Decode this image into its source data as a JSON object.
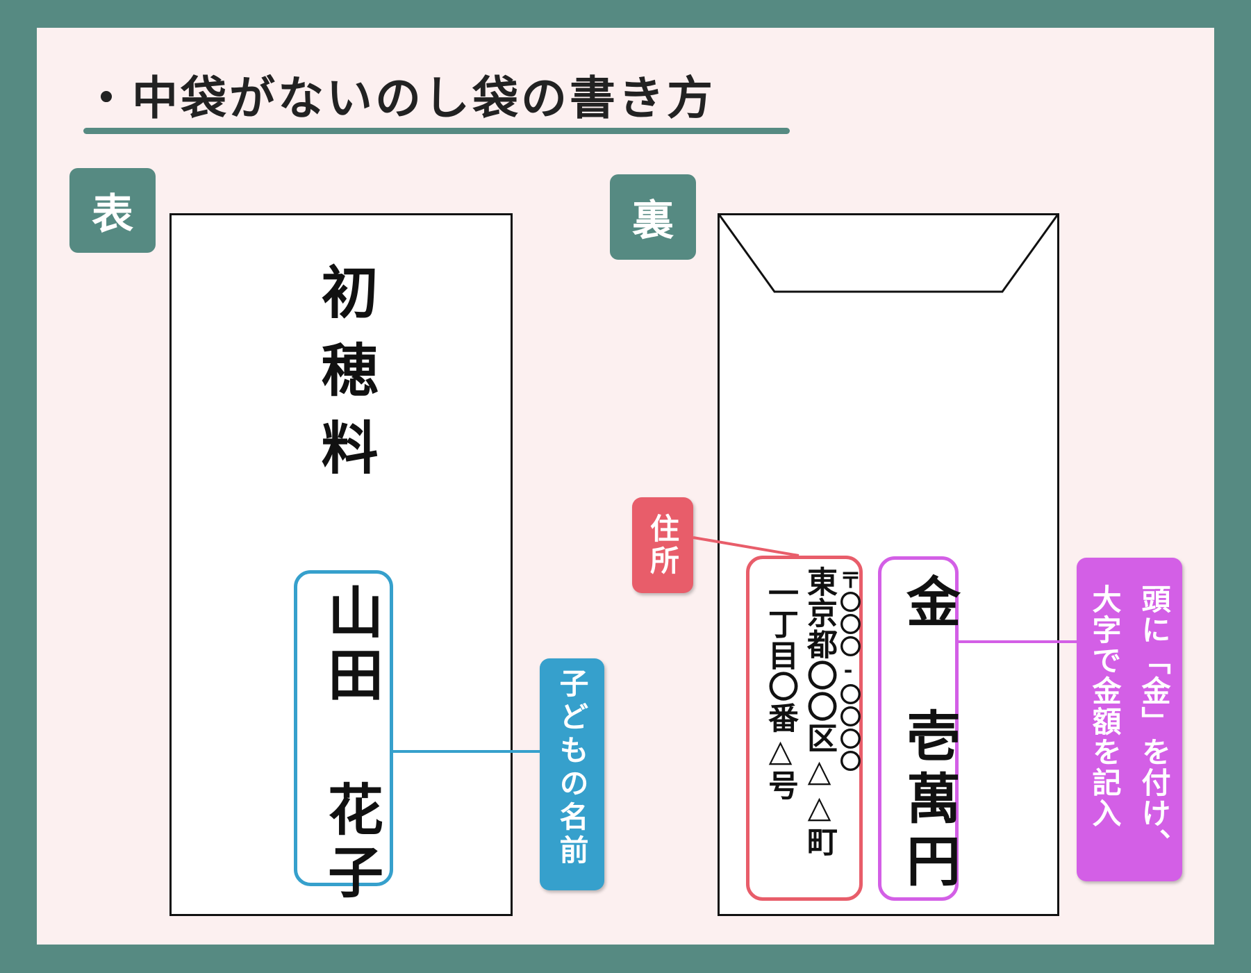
{
  "title": "・中袋がないのし袋の書き方",
  "front": {
    "badge": "表",
    "purpose": "初穂料",
    "name": "山田 花子",
    "callout": "子どもの名前"
  },
  "back": {
    "badge": "裏",
    "address_callout": "住所",
    "address_col1": "〒〇〇〇-〇〇〇〇",
    "address_col2": "東京都〇〇区△△町",
    "address_col3": "一丁目〇番△号",
    "amount": "金 壱萬円",
    "amount_callout_line1": "頭に「金」を付け、",
    "amount_callout_line2": "大字で金額を記入"
  },
  "colors": {
    "frame": "#568a82",
    "panel": "#fcf0f0",
    "name_blue": "#36a0cc",
    "address_red": "#e85d6a",
    "amount_violet": "#d35fe6"
  }
}
